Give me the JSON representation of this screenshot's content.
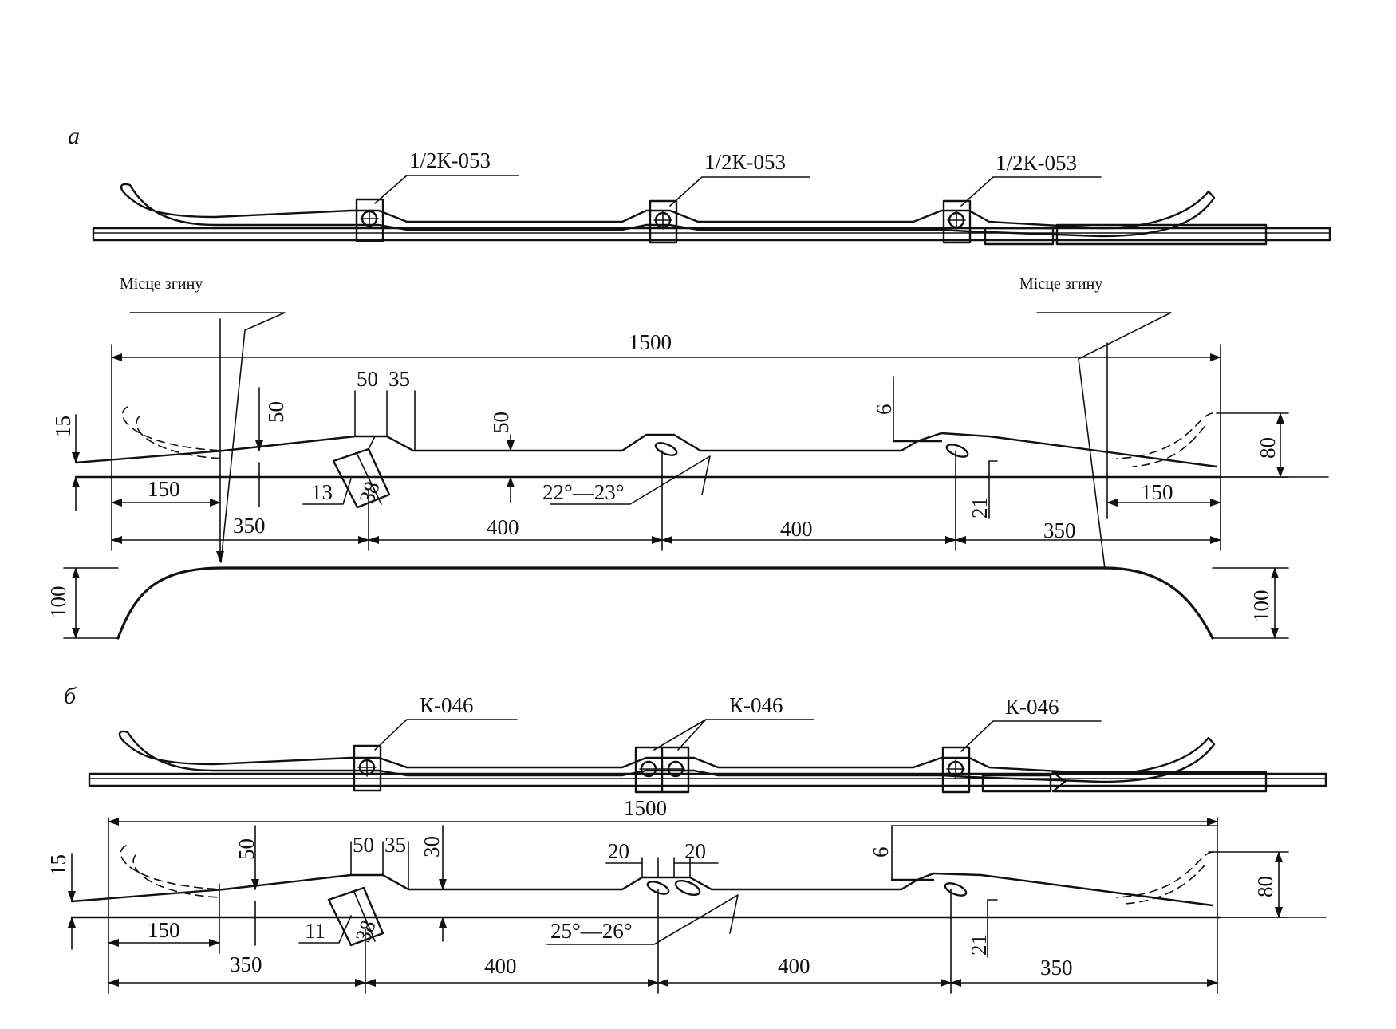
{
  "view_a": {
    "label": "а",
    "clamp_labels": [
      "1/2К-053",
      "1/2К-053",
      "1/2К-053"
    ],
    "bend_place_left": "Місце згину",
    "bend_place_right": "Місце згину",
    "dims": {
      "total": "1500",
      "seg1": "350",
      "seg2": "400",
      "seg3": "400",
      "seg4": "350",
      "left_150": "150",
      "right_150": "150",
      "h15": "15",
      "h50_left": "50",
      "h50_mid": "50",
      "d50": "50",
      "d35": "35",
      "d13": "13",
      "d38": "38",
      "d6": "6",
      "d21": "21",
      "h80": "80",
      "angle": "22°—23°",
      "h100_left": "100",
      "h100_right": "100"
    }
  },
  "view_b": {
    "label": "б",
    "clamp_labels": [
      "К-046",
      "К-046",
      "К-046"
    ],
    "dims": {
      "total": "1500",
      "seg1": "350",
      "seg2": "400",
      "seg3": "400",
      "seg4": "350",
      "left_150": "150",
      "h15": "15",
      "h50": "50",
      "h30": "30",
      "d50": "50",
      "d35": "35",
      "d11": "11",
      "d38": "38",
      "d20a": "20",
      "d20b": "20",
      "d6": "6",
      "d21": "21",
      "h80": "80",
      "angle": "25°—26°"
    }
  }
}
